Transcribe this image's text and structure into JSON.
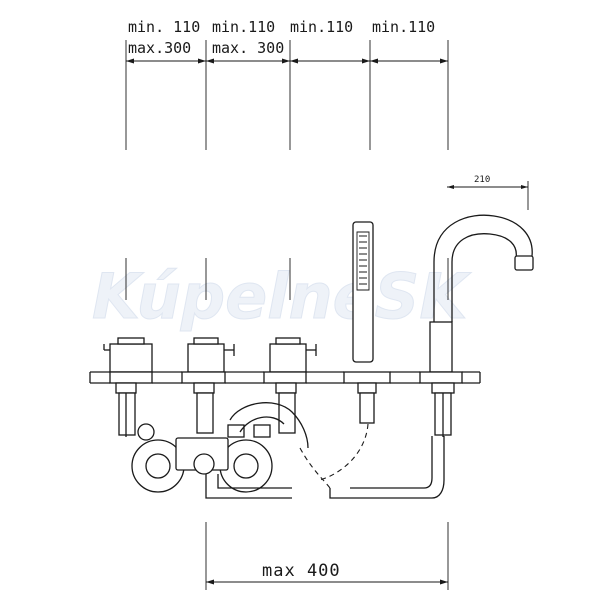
{
  "dimensions": {
    "top": [
      {
        "min": "min. 110",
        "max": "max.300"
      },
      {
        "min": "min.110",
        "max": "max. 300"
      },
      {
        "min": "min.110",
        "max": ""
      },
      {
        "min": "min.110",
        "max": ""
      }
    ],
    "spout_reach": "210",
    "bottom": "max 400"
  },
  "watermark": "KúpelneSK"
}
